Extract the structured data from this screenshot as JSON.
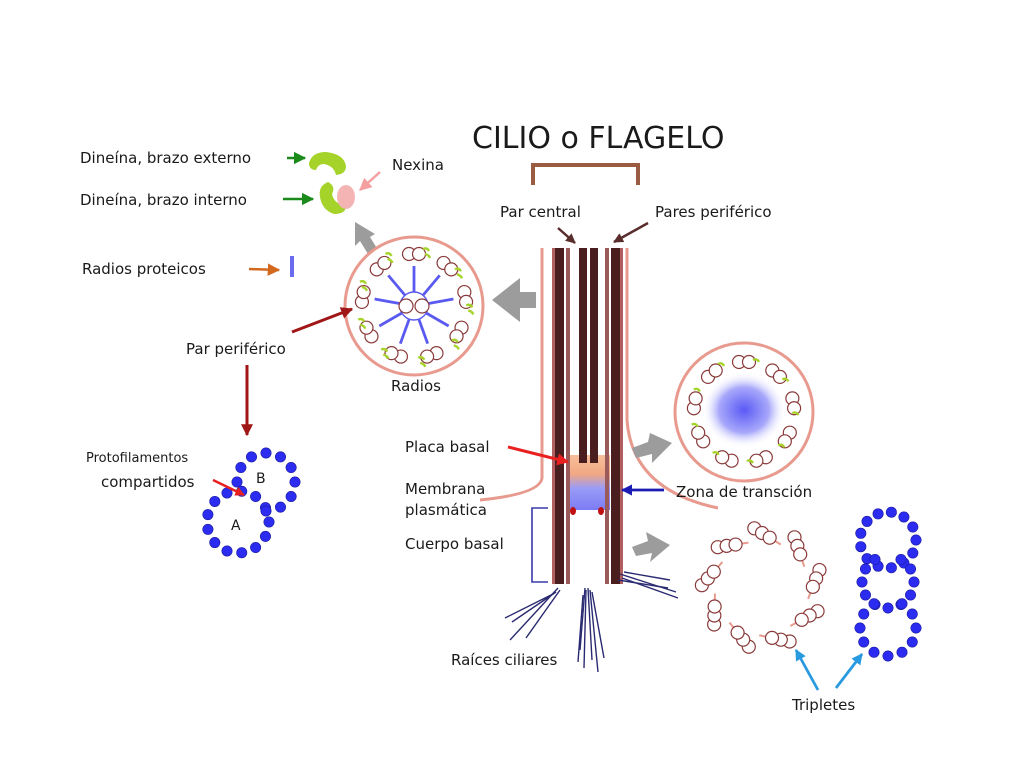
{
  "diagram": {
    "title": "CILIO o FLAGELO",
    "labels": {
      "dynein_outer": "Dineína, brazo externo",
      "dynein_inner": "Dineína, brazo interno",
      "nexin": "Nexina",
      "radial_spokes": "Radios proteicos",
      "peripheral_pair": "Par periférico",
      "spokes": "Radios",
      "protofilaments_line1": "Protofilamentos",
      "protofilaments_line2": "compartidos",
      "tubule_a": "A",
      "tubule_b": "B",
      "central_pair": "Par central",
      "peripheral_pairs": "Pares periférico",
      "basal_plate": "Placa basal",
      "plasma_membrane_line1": "Membrana",
      "plasma_membrane_line2": "plasmática",
      "basal_body": "Cuerpo basal",
      "ciliary_roots": "Raíces ciliares",
      "transition_zone": "Zona de transción",
      "triplets": "Tripletes"
    },
    "colors": {
      "membrane": "#e89a8e",
      "microtubule_dark": "#4a1e1e",
      "bracket": "#9b5a42",
      "dynein_green": "#a6d32a",
      "nexin_pink": "#f5b4b4",
      "spoke_blue": "#6b6bf0",
      "tubulin_blue": "#2c2cf0",
      "arrow_grey": "#9c9c9c",
      "arrow_red": "#a01616",
      "arrow_green": "#1a8a1a",
      "arrow_orange": "#d2691e",
      "arrow_navy": "#1c1cb4",
      "arrow_cyan": "#2a9ae0"
    }
  }
}
